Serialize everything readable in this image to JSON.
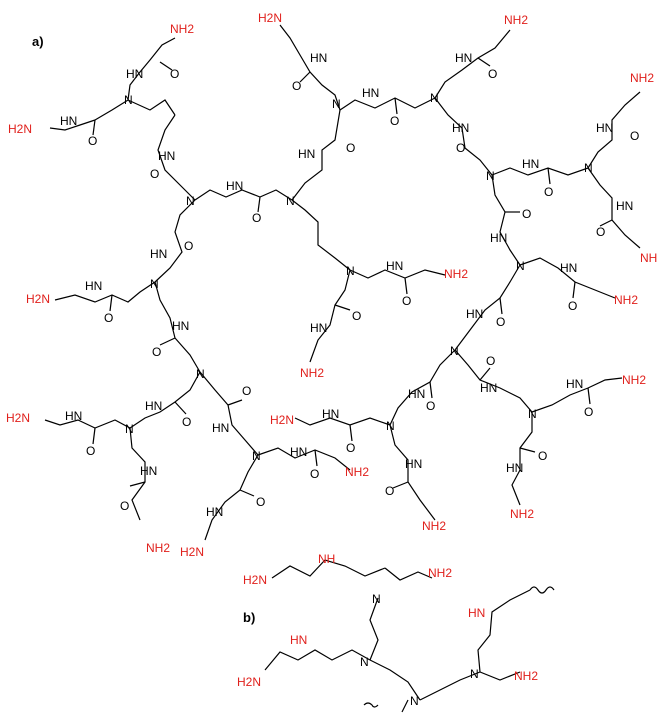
{
  "panels": {
    "a": "a)",
    "b": "b)"
  },
  "atoms": {
    "N": "N",
    "NH": "NH",
    "HN": "HN",
    "O": "O",
    "NH2": "NH2",
    "H2N": "H2N"
  },
  "colors": {
    "bond": "#000000",
    "terminal_amine": "#e0201c",
    "text": "#000000",
    "background": "#ffffff"
  }
}
